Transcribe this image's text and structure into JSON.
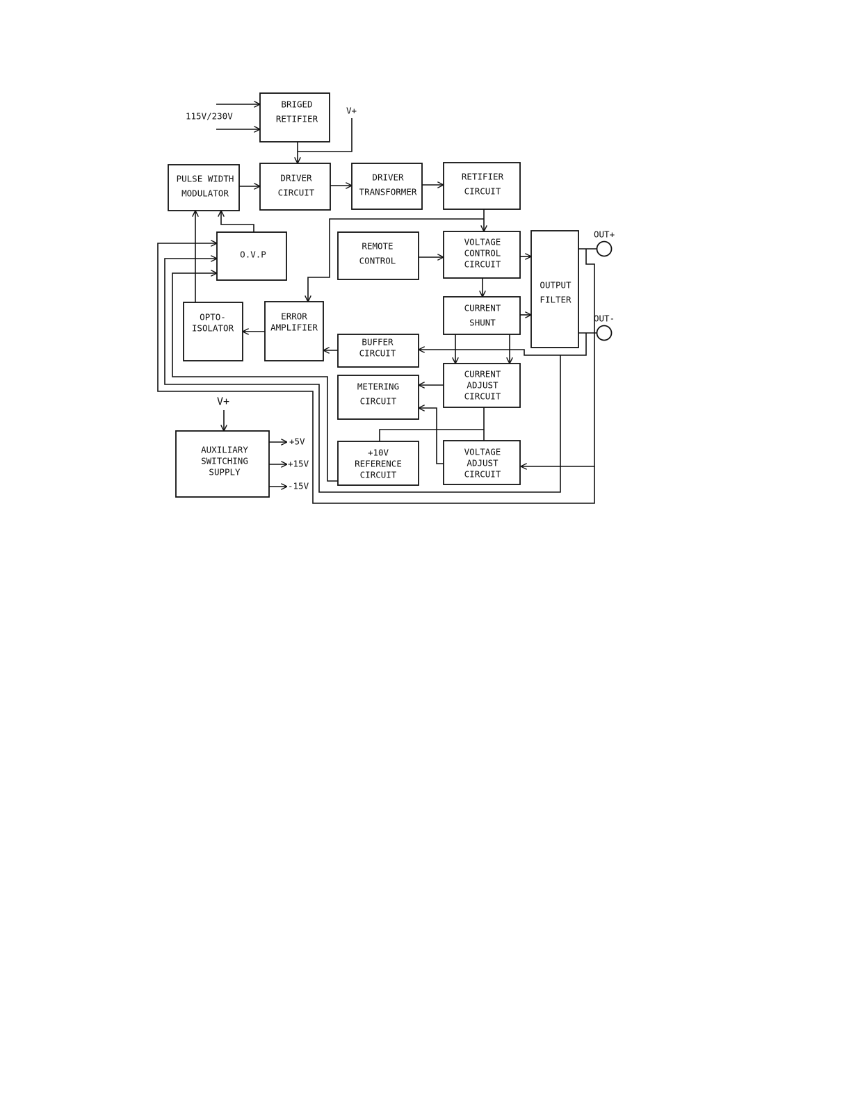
{
  "blocks": {
    "bridge_rectifier": [
      "BRIGED",
      "RETIFIER"
    ],
    "pulse_width_modulator": [
      "PULSE WIDTH",
      "MODULATOR"
    ],
    "driver_circuit": [
      "DRIVER",
      "CIRCUIT"
    ],
    "driver_transformer": [
      "DRIVER",
      "TRANSFORMER"
    ],
    "rectifier_circuit": [
      "RETIFIER",
      "CIRCUIT"
    ],
    "ovp": [
      "O.V.P"
    ],
    "remote_control": [
      "REMOTE",
      "CONTROL"
    ],
    "voltage_control_circuit": [
      "VOLTAGE",
      "CONTROL",
      "CIRCUIT"
    ],
    "output_filter": [
      "OUTPUT",
      "FILTER"
    ],
    "opto_isolator": [
      "OPTO-",
      "ISOLATOR"
    ],
    "error_amplifier": [
      "ERROR",
      "AMPLIFIER"
    ],
    "current_shunt": [
      "CURRENT",
      "SHUNT"
    ],
    "buffer_circuit": [
      "BUFFER",
      "CIRCUIT"
    ],
    "metering_circuit": [
      "METERING",
      "CIRCUIT"
    ],
    "current_adjust_circuit": [
      "CURRENT",
      "ADJUST",
      "CIRCUIT"
    ],
    "auxiliary_switching_supply": [
      "AUXILIARY",
      "SWITCHING",
      "SUPPLY"
    ],
    "reference_circuit": [
      "+10V",
      "REFERENCE",
      "CIRCUIT"
    ],
    "voltage_adjust_circuit": [
      "VOLTAGE",
      "ADJUST",
      "CIRCUIT"
    ]
  },
  "labels": {
    "ac_input": "115V/230V",
    "vplus_top": "V+",
    "vplus_aux": "V+",
    "out_plus": "OUT+",
    "out_minus": "OUT-",
    "aux_out_5v": "+5V",
    "aux_out_15v": "+15V",
    "aux_out_neg15v": "-15V"
  }
}
